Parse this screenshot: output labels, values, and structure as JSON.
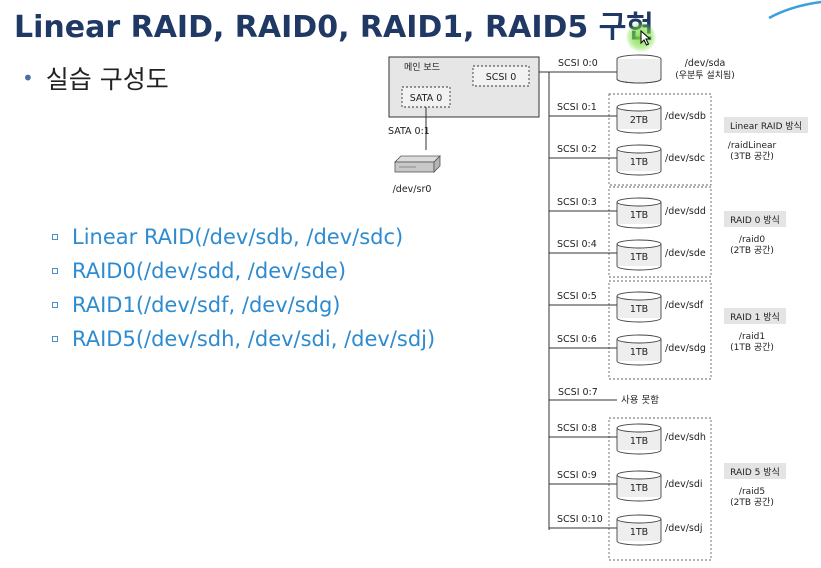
{
  "title": "Linear RAID, RAID0, RAID1, RAID5 구현",
  "subtitle": "실습 구성도",
  "items": [
    "Linear RAID(/dev/sdb, /dev/sdc)",
    "RAID0(/dev/sdd, /dev/sde)",
    "RAID1(/dev/sdf, /dev/sdg)",
    "RAID5(/dev/sdh, /dev/sdi, /dev/sdj)"
  ],
  "diagram": {
    "mainboard_label": "메인 보드",
    "scsi_controller": "SCSI 0",
    "sata_controller": "SATA 0",
    "sata_port": "SATA 0:1",
    "cdrom_device": "/dev/sr0",
    "sda_port": "SCSI 0:0",
    "sda_device": "/dev/sda",
    "sda_note": "(우분투 설치됨)",
    "unused_port": "SCSI 0:7",
    "unused_label": "사용 못함",
    "disks": [
      {
        "port": "SCSI 0:1",
        "size": "2TB",
        "dev": "/dev/sdb"
      },
      {
        "port": "SCSI 0:2",
        "size": "1TB",
        "dev": "/dev/sdc"
      },
      {
        "port": "SCSI 0:3",
        "size": "1TB",
        "dev": "/dev/sdd"
      },
      {
        "port": "SCSI 0:4",
        "size": "1TB",
        "dev": "/dev/sde"
      },
      {
        "port": "SCSI 0:5",
        "size": "1TB",
        "dev": "/dev/sdf"
      },
      {
        "port": "SCSI 0:6",
        "size": "1TB",
        "dev": "/dev/sdg"
      },
      {
        "port": "SCSI 0:8",
        "size": "1TB",
        "dev": "/dev/sdh"
      },
      {
        "port": "SCSI 0:9",
        "size": "1TB",
        "dev": "/dev/sdi"
      },
      {
        "port": "SCSI 0:10",
        "size": "1TB",
        "dev": "/dev/sdj"
      }
    ],
    "groups": [
      {
        "name": "Linear RAID 방식",
        "mount": "/raidLinear",
        "capacity": "(3TB 공간)"
      },
      {
        "name": "RAID 0 방식",
        "mount": "/raid0",
        "capacity": "(2TB 공간)"
      },
      {
        "name": "RAID 1 방식",
        "mount": "/raid1",
        "capacity": "(1TB 공간)"
      },
      {
        "name": "RAID 5 방식",
        "mount": "/raid5",
        "capacity": "(2TB 공간)"
      }
    ],
    "colors": {
      "title": "#1f3864",
      "list_text": "#2e8bd0",
      "board_fill": "#e6e6e6",
      "disk_fill": "#eeeeee",
      "label_fill": "#e4e4e4"
    }
  }
}
